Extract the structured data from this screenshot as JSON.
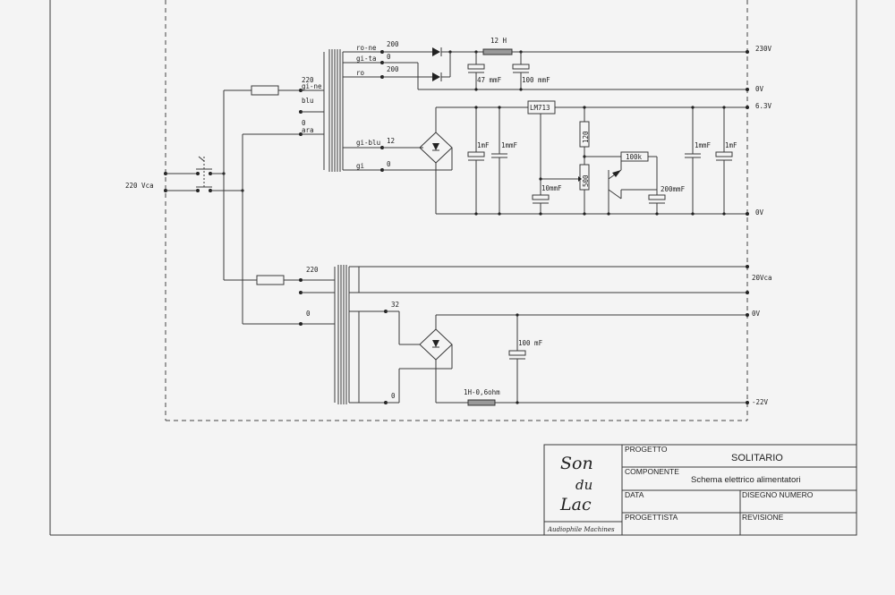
{
  "schematic": {
    "input_label": "220 Vca",
    "upper_transformer": {
      "primary_labels": [
        "220",
        "gi-ne",
        "blu",
        "0",
        "ara"
      ],
      "secondary_labels": [
        "ro-ne",
        "gi-ta",
        "ro",
        "gi-blu",
        "gi"
      ],
      "tap_values": [
        "200",
        "0",
        "200",
        "12",
        "0"
      ]
    },
    "hv_supply": {
      "choke": "12 H",
      "cap1": "47 mmF",
      "cap2": "100 mmF",
      "output": "230V",
      "ground": "0V"
    },
    "lv_supply": {
      "regulator": "LM713",
      "caps": [
        "1mF",
        "1mmF",
        "10mmF",
        "200mmF",
        "1mmF",
        "1mF"
      ],
      "resistors": [
        "120",
        "500",
        "100k"
      ],
      "output": "6.3V",
      "ground": "0V"
    },
    "lower_transformer": {
      "primary_labels": [
        "220",
        "0"
      ],
      "tap_values": [
        "32",
        "0"
      ],
      "outputs": [
        "20Vca",
        "0V",
        "-22V"
      ],
      "cap": "100 mF",
      "choke": "1H-0,6ohm"
    }
  },
  "title_block": {
    "logo_lines": [
      "Son",
      "du",
      "Lac"
    ],
    "logo_tagline": "Audiophile Machines",
    "progetto_label": "PROGETTO",
    "progetto_value": "SOLITARIO",
    "componente_label": "COMPONENTE",
    "componente_value": "Schema elettrico alimentatori",
    "data_label": "DATA",
    "disegno_label": "DISEGNO NUMERO",
    "progettista_label": "PROGETTISTA",
    "revisione_label": "REVISIONE"
  }
}
